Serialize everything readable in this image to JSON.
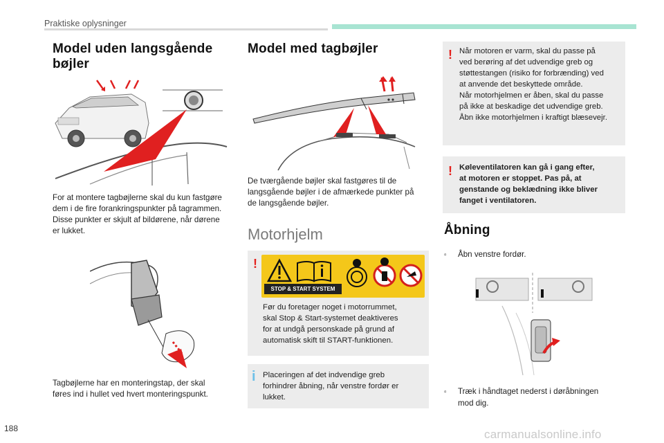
{
  "header": {
    "title": "Praktiske oplysninger"
  },
  "col1": {
    "heading_line1": "Model uden langsgående",
    "heading_line2": "bøjler",
    "para1_lines": [
      "For at montere tagbøjlerne skal du kun fastgøre",
      "dem i de fire forankringspunkter på tagrammen.",
      "Disse punkter er skjult af bildørene, når dørene",
      "er lukket."
    ],
    "para2_lines": [
      "Tagbøjlerne har en monteringstap, der skal",
      "føres ind i hullet ved hvert monteringspunkt."
    ]
  },
  "col2": {
    "heading": "Model med tagbøjler",
    "para1_lines": [
      "De tværgående bøjler skal fastgøres til de",
      "langsgående bøjler i de afmærkede punkter på",
      "de langsgående bøjler."
    ],
    "section_heading": "Motorhjelm",
    "stop_start_label": "STOP & START SYSTEM",
    "warning_lines": [
      "Før du foretager noget i motorrummet,",
      "skal Stop & Start-systemet deaktiveres",
      "for at undgå personskade på grund af",
      "automatisk skift til START-funktionen."
    ],
    "info_lines": [
      "Placeringen af det indvendige greb",
      "forhindrer åbning, når venstre fordør er",
      "lukket."
    ]
  },
  "col3": {
    "warning1_lines": [
      "Når motoren er varm, skal du passe på",
      "ved berøring af det udvendige greb og",
      "støttestangen (risiko for forbrænding) ved",
      "at anvende det beskyttede område.",
      "Når motorhjelmen er åben, skal du passe",
      "på ikke at beskadige det udvendige greb.",
      "Åbn ikke motorhjelmen i kraftigt blæsevejr."
    ],
    "warning2_lines": [
      "Køleventilatoren kan gå i gang efter,",
      "at motoren er stoppet. Pas på, at",
      "genstande og beklædning ikke bliver",
      "fanget i ventilatoren."
    ],
    "heading": "Åbning",
    "step1": "Åbn venstre fordør.",
    "step2_lines": [
      "Træk i håndtaget nederst i døråbningen",
      "mod dig."
    ]
  },
  "page_number": "188",
  "watermark": "carmanualsonline.info",
  "colors": {
    "accent_bar": "#a8e4d2",
    "warning": "#e4201c",
    "info": "#6cc0e8",
    "note_bg": "#ececec",
    "arrow_red": "#e02020",
    "stop_panel": "#f4c71a"
  }
}
